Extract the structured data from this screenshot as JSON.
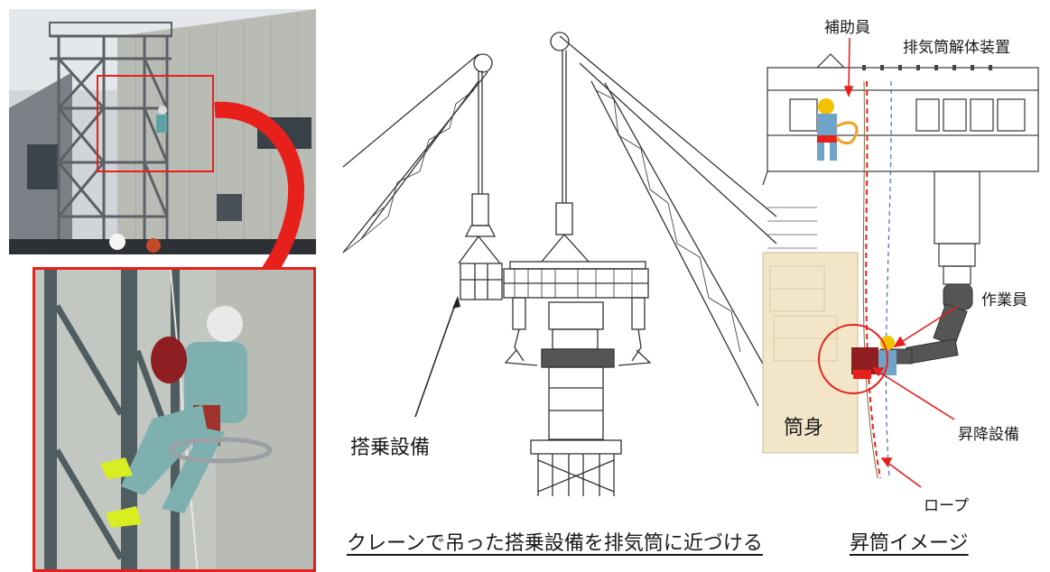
{
  "left_panel": {
    "top_photo_alt": "training tower photo",
    "bottom_photo_alt": "worker climbing photo"
  },
  "center_panel": {
    "boarding_label": "搭乗設備",
    "caption": "クレーンで吊った搭乗設備を排気筒に近づける"
  },
  "right_panel": {
    "assistant_label": "補助員",
    "device_label": "排気筒解体装置",
    "worker_label": "作業員",
    "stack_body_label": "筒身",
    "lift_label": "昇降設備",
    "rope_label": "ロープ",
    "caption": "昇筒イメージ"
  },
  "colors": {
    "highlight_red": "#e8201c",
    "stack_beige": "#f3e6c8",
    "helmet_yellow": "#f2c200",
    "worker_blue": "#6fa3c7"
  }
}
